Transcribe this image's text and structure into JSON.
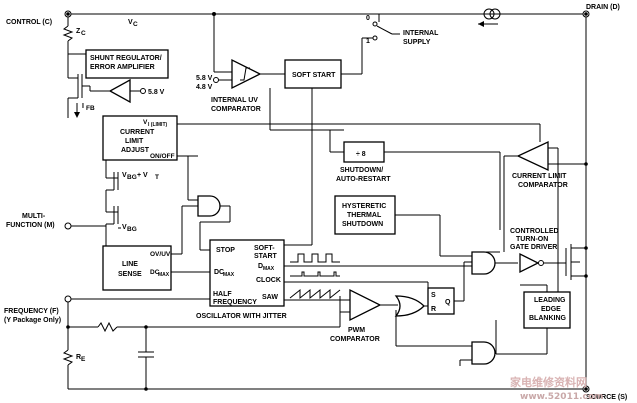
{
  "pins": {
    "control": "CONTROL (C)",
    "drain": "DRAIN (D)",
    "multi": [
      "MULTI-",
      "FUNCTION (M)"
    ],
    "frequency": [
      "FREQUENCY (F)",
      "(Y Package Only)"
    ],
    "source": "SOURCE (S)"
  },
  "labels": {
    "vc": "V",
    "vc_sub": "C",
    "zc": "Z",
    "zc_sub": "C",
    "ifb": "I",
    "ifb_sub": "FB",
    "re": "R",
    "re_sub": "E",
    "v58_shunt": "5.8 V",
    "v58": "5.8 V",
    "v48": "4.8 V",
    "sw0": "0",
    "sw1": "1",
    "vbgvt": "V",
    "vbgvt_sub": "BG",
    "vbgvt_tail": " + V",
    "vbgvt_sub2": "T",
    "vbg": "V",
    "vbg_sub": "BG",
    "vilimit": "V",
    "vilimit_sub": "I (LIMIT)",
    "onoff": "ON/OFF",
    "ovuv": "OV/UV",
    "dcmax_ls": "DC",
    "dcmax_ls_sub": "MAX",
    "osc_stop": "STOP",
    "osc_soft": [
      "SOFT-",
      "START"
    ],
    "osc_dcmax_l": "DC",
    "osc_dcmax_l_sub": "MAX",
    "osc_dmax": "D",
    "osc_dmax_sub": "MAX",
    "osc_clock": "CLOCK",
    "osc_half": [
      "HALF",
      "FREQUENCY"
    ],
    "osc_saw": "SAW",
    "sq_S": "S",
    "sq_R": "R",
    "sq_Q": "Q"
  },
  "blocks": {
    "shunt": [
      "SHUNT REGULATOR/",
      "ERROR AMPLIFIER"
    ],
    "uv_comp": [
      "INTERNAL UV",
      "COMPARATOR"
    ],
    "soft_start": "SOFT START",
    "internal_supply": [
      "INTERNAL",
      "SUPPLY"
    ],
    "current_limit_adjust": [
      "CURRENT",
      "LIMIT",
      "ADJUST"
    ],
    "div8": "÷ 8",
    "shutdown": [
      "SHUTDOWN/",
      "AUTO-RESTART"
    ],
    "current_limit_comp": [
      "CURRENT LIMIT",
      "COMPARATOR"
    ],
    "thermal": [
      "HYSTERETIC",
      "THERMAL",
      "SHUTDOWN"
    ],
    "gate_driver": [
      "CONTROLLED",
      "TURN-ON",
      "GATE DRIVER"
    ],
    "line_sense": [
      "LINE",
      "SENSE"
    ],
    "oscillator": "OSCILLATOR WITH JITTER",
    "pwm_comp": [
      "PWM",
      "COMPARATOR"
    ],
    "leb": [
      "LEADING",
      "EDGE",
      "BLANKING"
    ]
  },
  "watermark": {
    "cn": "家电维修资料网",
    "url": "www.52011.com"
  }
}
